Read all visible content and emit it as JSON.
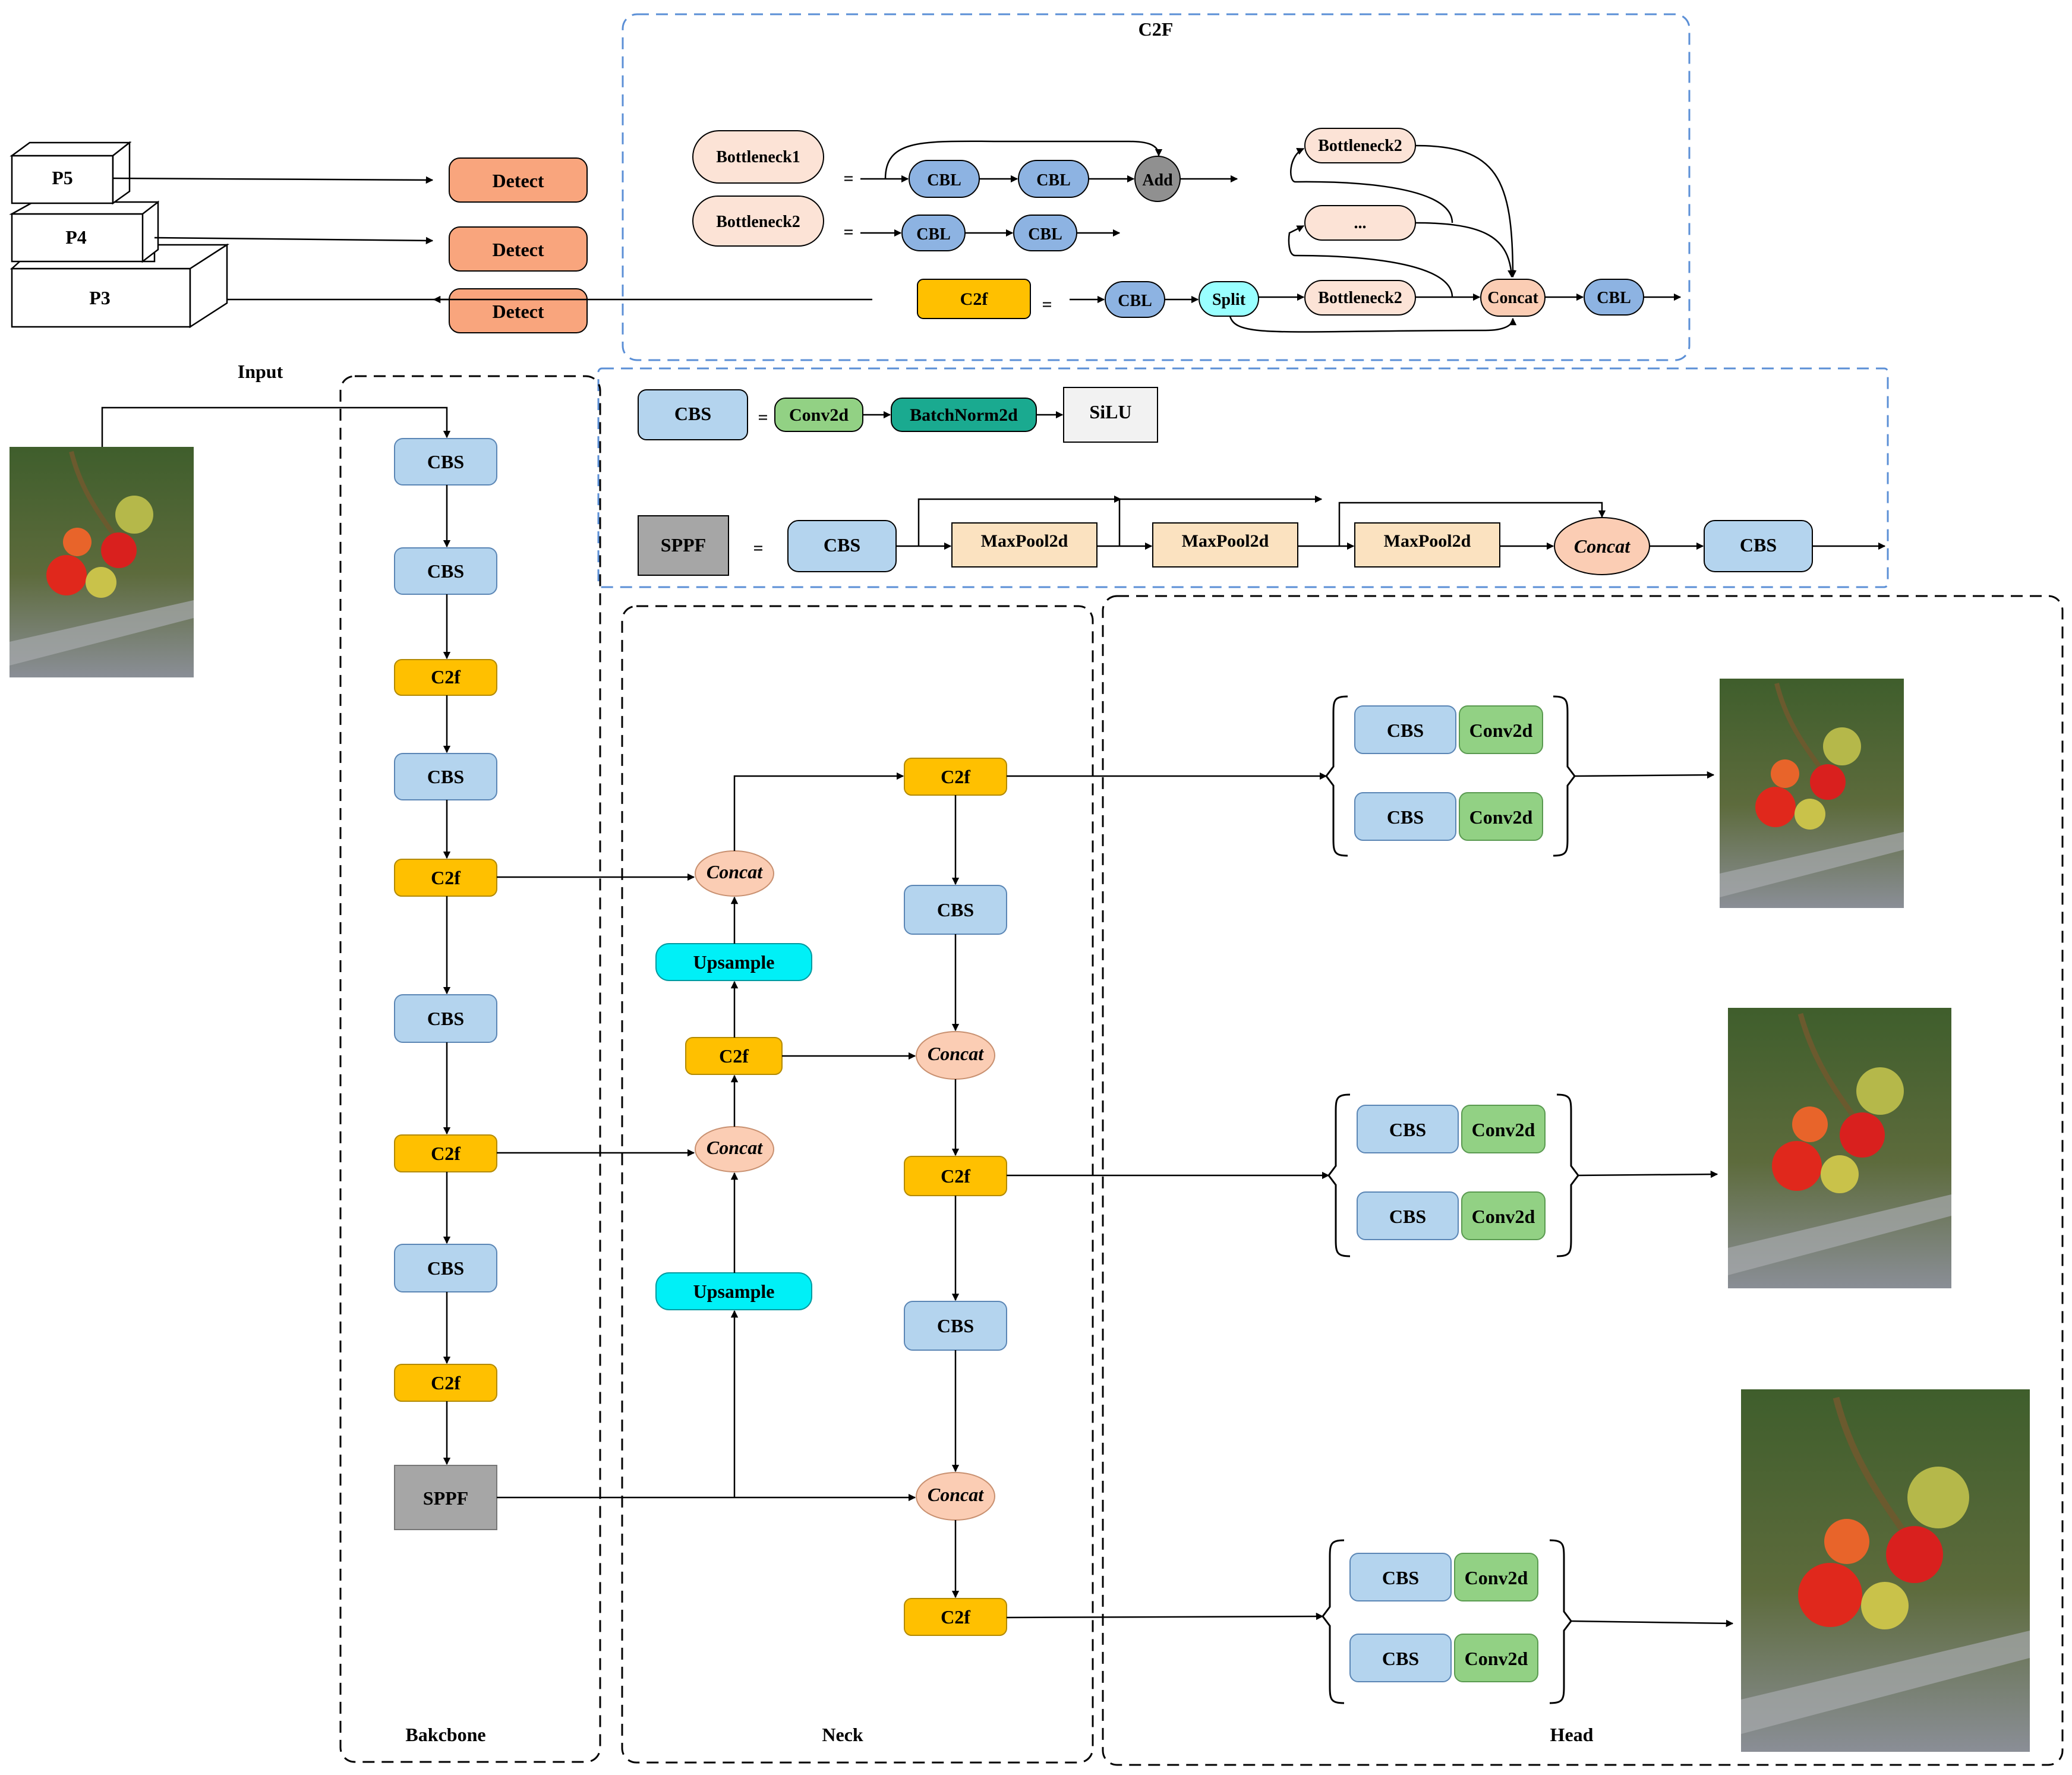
{
  "labels": {
    "c2f_title": "C2F",
    "input": "Input",
    "backbone": "Bakcbone",
    "neck": "Neck",
    "head": "Head",
    "equals": "="
  },
  "pyramid": {
    "p5": "P5",
    "p4": "P4",
    "p3": "P3"
  },
  "detect": {
    "label": "Detect"
  },
  "modules": {
    "bottleneck1": "Bottleneck1",
    "bottleneck2": "Bottleneck2",
    "ellipsis": "...",
    "cbl": "CBL",
    "add": "Add",
    "c2f": "C2f",
    "split": "Split",
    "concat": "Concat",
    "cbs": "CBS",
    "conv2d": "Conv2d",
    "batchnorm2d": "BatchNorm2d",
    "silu": "SiLU",
    "sppf": "SPPF",
    "maxpool2d": "MaxPool2d",
    "upsample": "Upsample"
  },
  "colors": {
    "cbs": "#b4d4ee",
    "c2f": "#ffc000",
    "cbl": "#8db3e2",
    "concat": "#fbcdb4",
    "detect": "#f9a57d",
    "conv2d": "#92d184",
    "batchnorm": "#1aaa90",
    "upsample": "#00f0f7",
    "split": "#99ffff",
    "maxpool": "#fbe2c0",
    "sppf": "#a6a6a6",
    "add": "#909090",
    "bottleneck": "#fce3d6",
    "silu": "#f2f2f2",
    "blue_dash": "#5b8fd6"
  }
}
